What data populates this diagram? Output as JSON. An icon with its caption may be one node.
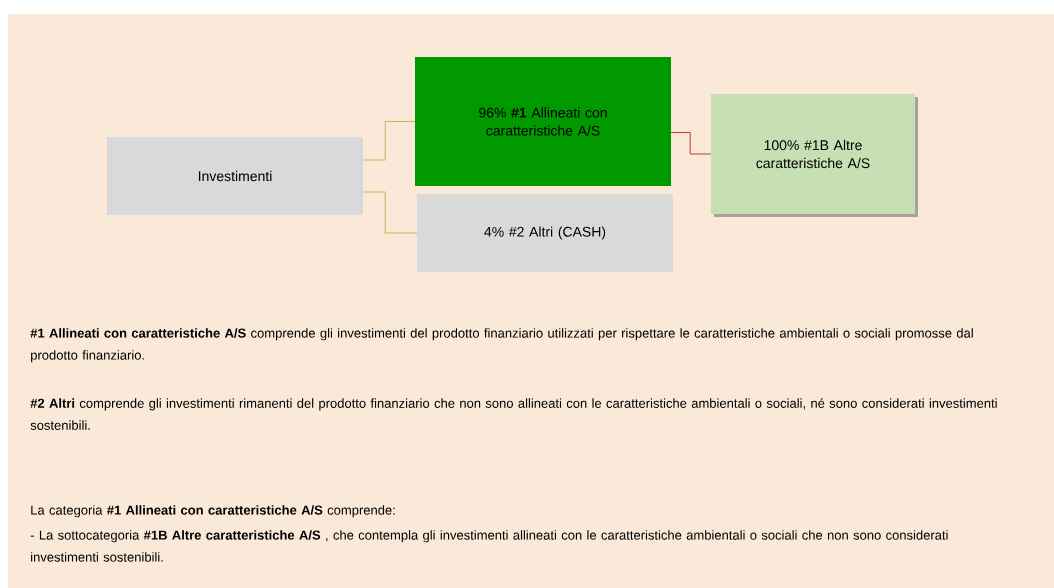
{
  "diagram": {
    "nodes": [
      {
        "text": [
          "Investimenti"
        ]
      },
      {
        "text": [
          "96% **#1** Allineati con caratteristiche A/S"
        ]
      },
      {
        "text": [
          "4% #2 Altri (CASH)"
        ]
      },
      {
        "text": [
          "100% #1B Altre caratteristiche A/S"
        ]
      }
    ],
    "edges": [
      {
        "from": 0,
        "to": 1,
        "arrow": "none"
      },
      {
        "from": 0,
        "to": 2,
        "arrow": "none"
      },
      {
        "from": 1,
        "to": 3,
        "arrow": "none",
        "color": "#c0392b"
      }
    ],
    "labels": [
      "**#1 Allineati con caratteristiche A/S** comprende gli investimenti del prodotto finanziario utilizzati per rispettare le caratteristiche ambientali o sociali promosse dal prodotto finanziario.",
      "**#2 Altri** comprende gli investimenti rimanenti del prodotto finanziario che non sono allineati con le caratteristiche ambientali o sociali, né sono considerati investimenti sostenibili.",
      "La categoria **#1 Allineati con caratteristiche A/S** comprende:",
      "- La sottocategoria **#1B Altre caratteristiche A/S** , che contempla gli investimenti allineati con le caratteristiche ambientali o sociali che non sono considerati investimenti sostenibili."
    ]
  }
}
